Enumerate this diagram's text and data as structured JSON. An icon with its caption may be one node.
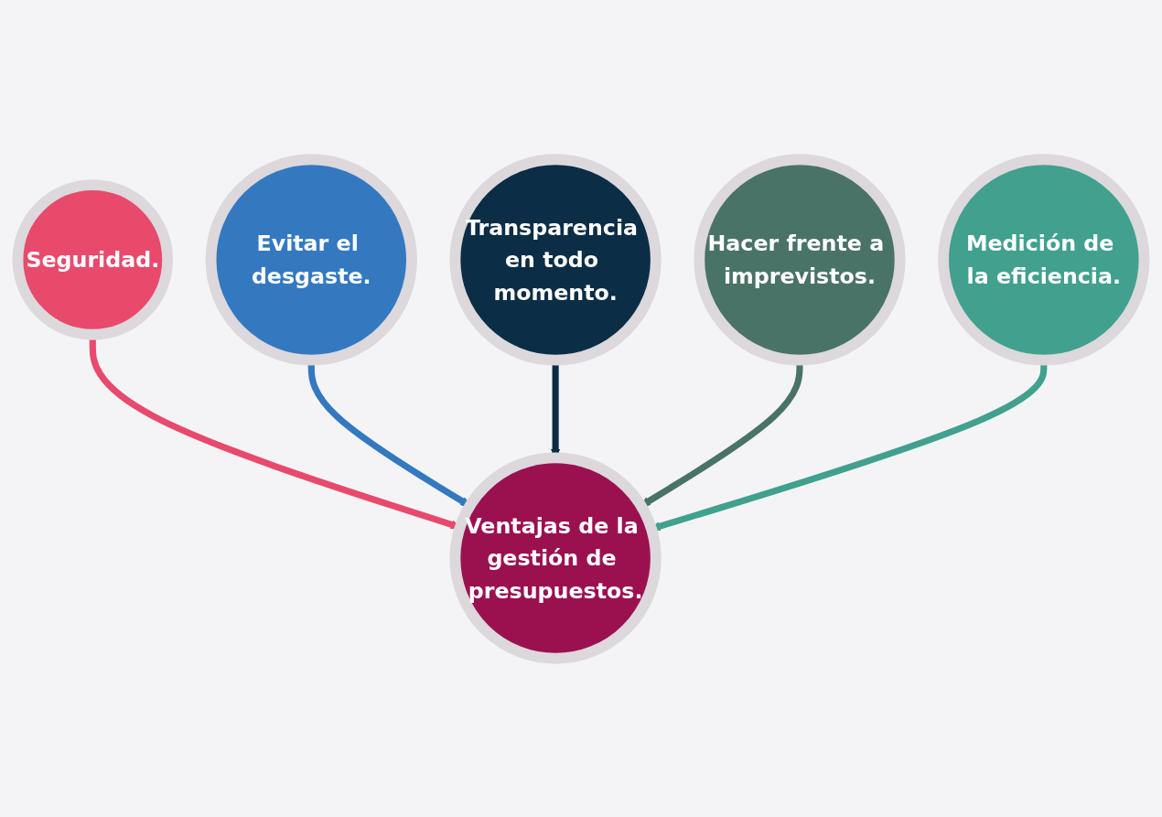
{
  "diagram": {
    "nodes": [
      {
        "text": [
          "Seguridad."
        ]
      },
      {
        "text": [
          "Evitar el desgaste."
        ]
      },
      {
        "text": [
          "Transparencia en todo momento."
        ]
      },
      {
        "text": [
          "Hacer frente a imprevistos."
        ]
      },
      {
        "text": [
          "Ventajas de la gestión de presupuestos."
        ]
      },
      {
        "text": [
          "Medición de la eficiencia."
        ]
      }
    ],
    "edges": [
      {
        "from": 0,
        "to": 4,
        "arrow": "to",
        "color": "#e84a6c"
      },
      {
        "from": 1,
        "to": 4,
        "arrow": "to",
        "color": "#3479c0"
      },
      {
        "from": 2,
        "to": 4,
        "arrow": "to",
        "color": "#0b2d45"
      },
      {
        "from": 3,
        "to": 4,
        "arrow": "to",
        "color": "#4a7368"
      },
      {
        "from": 5,
        "to": 4,
        "arrow": "to",
        "color": "#41a08e"
      }
    ]
  }
}
